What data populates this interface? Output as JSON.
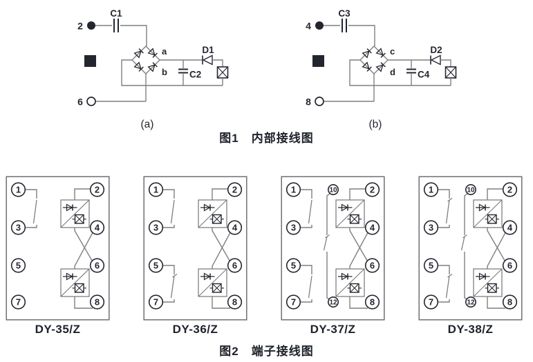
{
  "colors": {
    "ink": "#23262e",
    "wire": "#7f7f7f",
    "outline": "#6f6f6f"
  },
  "fig1": {
    "caption": "图1　内部接线图",
    "circuits": [
      {
        "caption": "(a)",
        "top_terminal": "2",
        "bottom_terminal": "6",
        "input_cap": "C1",
        "filter_cap": "C2",
        "diode": "D1",
        "bridge_top_label": "a",
        "bridge_bottom_label": "b"
      },
      {
        "caption": "(b)",
        "top_terminal": "4",
        "bottom_terminal": "8",
        "input_cap": "C3",
        "filter_cap": "C4",
        "diode": "D2",
        "bridge_top_label": "c",
        "bridge_bottom_label": "d"
      }
    ]
  },
  "fig2": {
    "caption": "图2　端子接线图",
    "models": [
      {
        "name": "DY-35/Z",
        "left_terminals": [
          "1",
          "3",
          "5",
          "7"
        ],
        "right_terminals": [
          "2",
          "4",
          "6",
          "8"
        ],
        "mid_terminals": [],
        "contacts": {
          "c13": "plain",
          "c57": null,
          "mid": false
        }
      },
      {
        "name": "DY-36/Z",
        "left_terminals": [
          "1",
          "3",
          "5",
          "7"
        ],
        "right_terminals": [
          "2",
          "4",
          "6",
          "8"
        ],
        "mid_terminals": [],
        "contacts": {
          "c13": "plain",
          "c57": "tick",
          "mid": false
        }
      },
      {
        "name": "DY-37/Z",
        "left_terminals": [
          "1",
          "3",
          "5",
          "7"
        ],
        "right_terminals": [
          "2",
          "4",
          "6",
          "8"
        ],
        "mid_terminals": [
          "10",
          "12"
        ],
        "contacts": {
          "c13": "plain",
          "c57": "plain",
          "mid": true
        }
      },
      {
        "name": "DY-38/Z",
        "left_terminals": [
          "1",
          "3",
          "5",
          "7"
        ],
        "right_terminals": [
          "2",
          "4",
          "6",
          "8"
        ],
        "mid_terminals": [
          "10",
          "12"
        ],
        "contacts": {
          "c13": "tick",
          "c57": "tick",
          "mid": true
        }
      }
    ]
  }
}
